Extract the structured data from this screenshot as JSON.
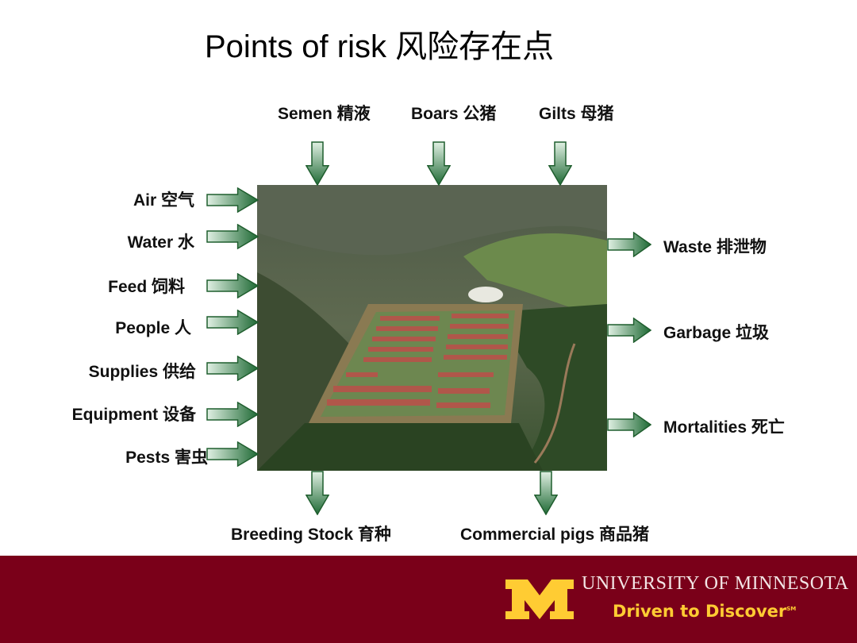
{
  "title": "Points of risk 风险存在点",
  "inputs_top": [
    "Semen 精液",
    "Boars 公猪",
    "Gilts 母猪"
  ],
  "inputs_left": [
    "Air 空气",
    "Water 水",
    "Feed 饲料",
    "People 人",
    "Supplies 供给",
    "Equipment 设备",
    "Pests 害虫"
  ],
  "outputs_right": [
    "Waste 排泄物",
    "Garbage 垃圾",
    "Mortalities 死亡"
  ],
  "outputs_bottom": [
    "Breeding Stock 育种",
    "Commercial pigs 商品猪"
  ],
  "footer": {
    "university": "UNIVERSITY OF MINNESOTA",
    "tagline": "Driven to Discover",
    "tagline_mark": "SM",
    "logo_letter": "M"
  },
  "colors": {
    "maroon": "#7a0019",
    "gold": "#ffcc33",
    "arrow_dark": "#1f5e2e",
    "arrow_light": "#d6eadb"
  }
}
